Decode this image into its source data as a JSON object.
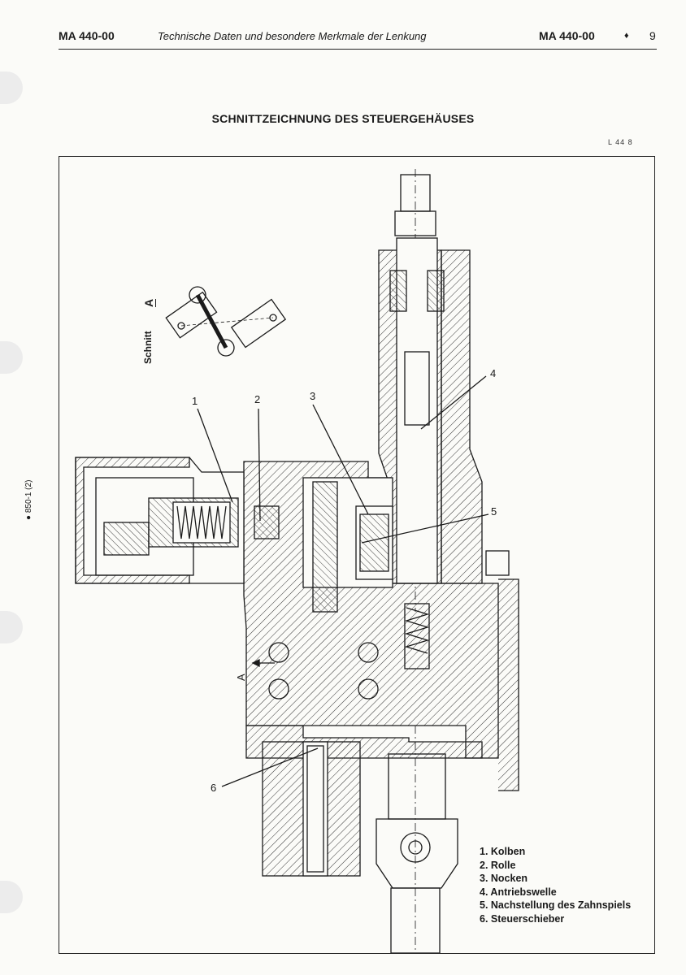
{
  "header": {
    "doc_code_left": "MA 440-00",
    "section_title": "Technische Daten und besondere Merkmale der Lenkung",
    "doc_code_right": "MA 440-00",
    "bullet": "♦",
    "page_number": "9"
  },
  "title": "SCHNITTZEICHNUNG DES STEUERGEHÄUSES",
  "figure_ref": "L 44 8",
  "side_code": "● 850-1 (2)",
  "section_label": "Schnitt",
  "section_letter": "A",
  "arrow_label": "A",
  "callouts": [
    "1",
    "2",
    "3",
    "4",
    "5",
    "6"
  ],
  "legend": [
    "1.  Kolben",
    "2.  Rolle",
    "3.  Nocken",
    "4.  Antriebswelle",
    "5.  Nachstellung des Zahnspiels",
    "6.  Steuerschieber"
  ]
}
